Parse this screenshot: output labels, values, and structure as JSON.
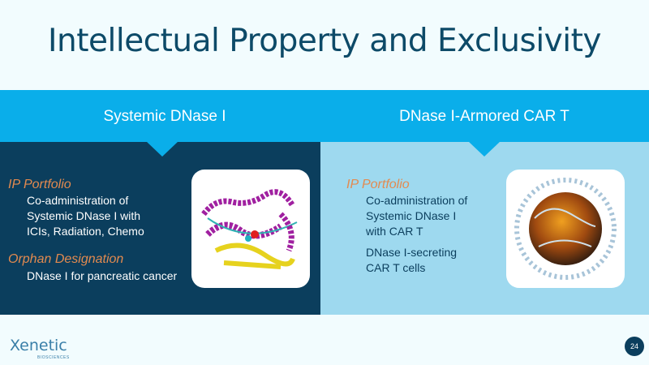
{
  "title": "Intellectual Property and Exclusivity",
  "columns": [
    {
      "header": "Systemic DNase I",
      "sections": [
        {
          "heading": "IP Portfolio",
          "items": [
            "Co-administration of",
            "Systemic DNase I with",
            "ICIs, Radiation, Chemo"
          ]
        },
        {
          "heading": "Orphan Designation",
          "items": [
            "DNase I for pancreatic cancer"
          ]
        }
      ]
    },
    {
      "header": "DNase I-Armored CAR T",
      "sections": [
        {
          "heading": "IP Portfolio",
          "items": [
            "Co-administration of",
            "Systemic DNase I",
            "with CAR T",
            "DNase I-secreting",
            "CAR T cells"
          ]
        }
      ]
    }
  ],
  "logo": {
    "name": "Xenetic",
    "sub": "BIOSCIENCES"
  },
  "page_number": "24"
}
